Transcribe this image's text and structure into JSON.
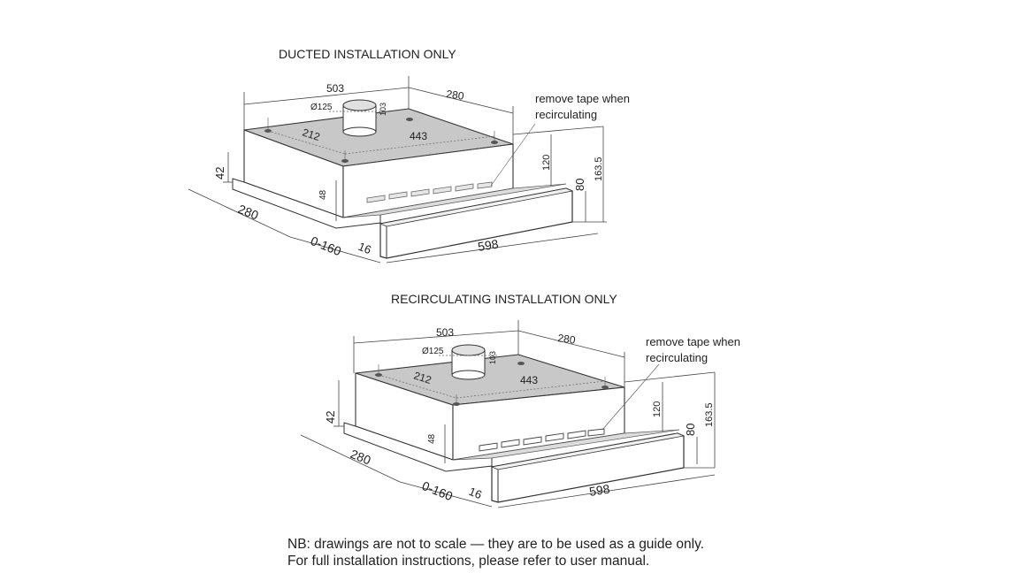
{
  "colors": {
    "line": "#333333",
    "top_panel": "#c8c8c8",
    "front_panel": "#ffffff",
    "tray": "#dcdcdc"
  },
  "ducted": {
    "title": "DUCTED INSTALLATION ONLY",
    "dims": {
      "w503": "503",
      "d280_top": "280",
      "dia125": "Ø125",
      "h103": "103",
      "d212": "212",
      "w443": "443",
      "h42": "42",
      "d280_side": "280",
      "h48": "48",
      "ext0160": "0-160",
      "f16": "16",
      "w598": "598",
      "h120": "120",
      "h80": "80",
      "h1635": "163.5"
    },
    "callout": [
      "remove tape when",
      "recirculating"
    ]
  },
  "recirculating": {
    "title": "RECIRCULATING INSTALLATION ONLY",
    "dims": {
      "w503": "503",
      "d280_top": "280",
      "dia125": "Ø125",
      "h103": "103",
      "d212": "212",
      "w443": "443",
      "h42": "42",
      "d280_side": "280",
      "h48": "48",
      "ext0160": "0-160",
      "f16": "16",
      "w598": "598",
      "h120": "120",
      "h80": "80",
      "h1635": "163.5"
    },
    "callout": [
      "remove tape when",
      "recirculating"
    ]
  },
  "note": {
    "line1": "NB: drawings are not to scale — they are to be used as a guide only.",
    "line2": "For full installation instructions, please refer to user manual."
  }
}
